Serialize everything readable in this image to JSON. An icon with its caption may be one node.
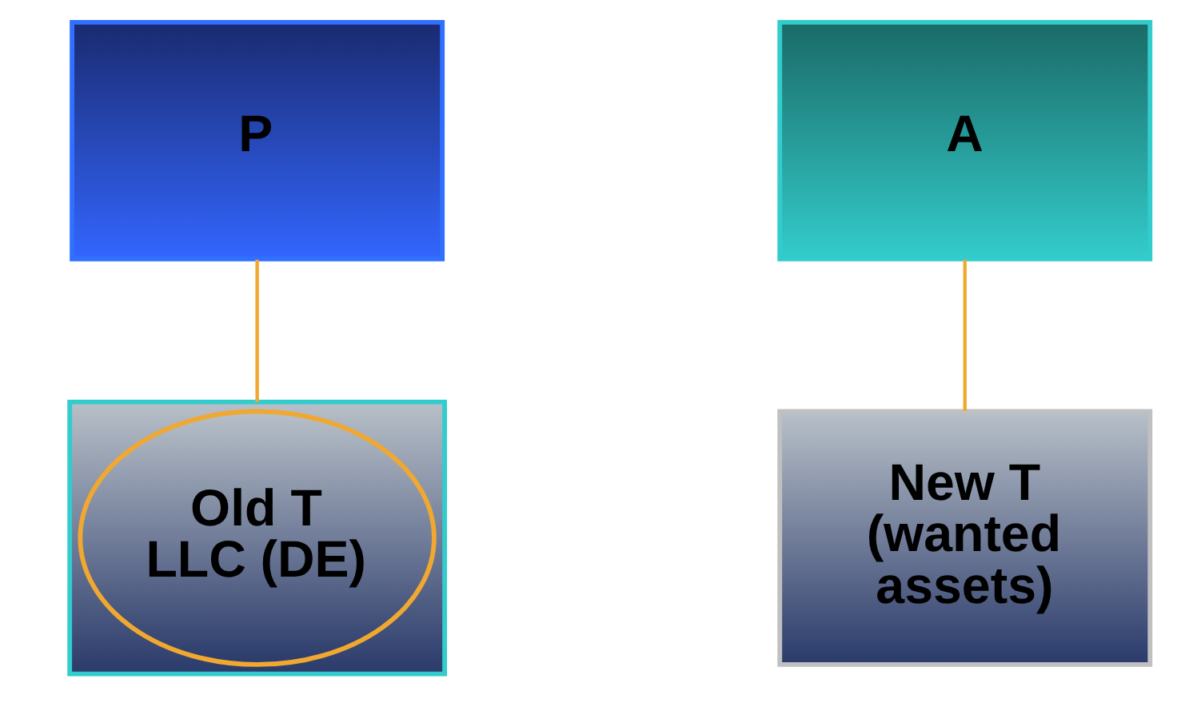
{
  "diagram": {
    "nodes": [
      {
        "text": [
          "P"
        ]
      },
      {
        "text": [
          "A"
        ]
      },
      {
        "text": [],
        "shape": "box"
      },
      {
        "text": [
          "Old T LLC (DE)"
        ],
        "in": 2
      },
      {
        "text": [
          "New T (wanted assets)"
        ]
      }
    ],
    "edges": [
      {
        "from": 0,
        "to": 2,
        "arrow": "none",
        "color": "#f0a830"
      },
      {
        "from": 1,
        "to": 4,
        "arrow": "none",
        "color": "#f0a830"
      }
    ]
  }
}
